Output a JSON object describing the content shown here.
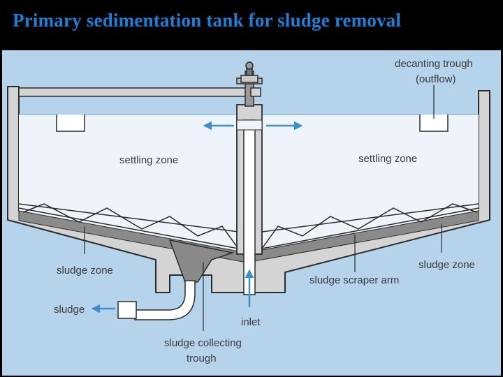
{
  "title": "Primary sedimentation tank for sludge removal",
  "colors": {
    "background": "#000000",
    "title": "#1e7fd6",
    "diagram_background": "#b5d3ea",
    "concrete": "#d4d4d4",
    "water": "#eef4fa",
    "sludge": "#8a8a8a",
    "outline": "#2b2b2b",
    "arrow": "#3a8fd0"
  },
  "labels": {
    "decanting_trough_line1": "decanting trough",
    "decanting_trough_line2": "(outflow)",
    "settling_zone_left": "settling zone",
    "settling_zone_right": "settling zone",
    "sludge_zone_left": "sludge zone",
    "sludge_zone_right": "sludge zone",
    "sludge_scraper_arm": "sludge scraper arm",
    "sludge": "sludge",
    "inlet": "inlet",
    "sludge_collecting_trough_line1": "sludge collecting",
    "sludge_collecting_trough_line2": "trough"
  }
}
